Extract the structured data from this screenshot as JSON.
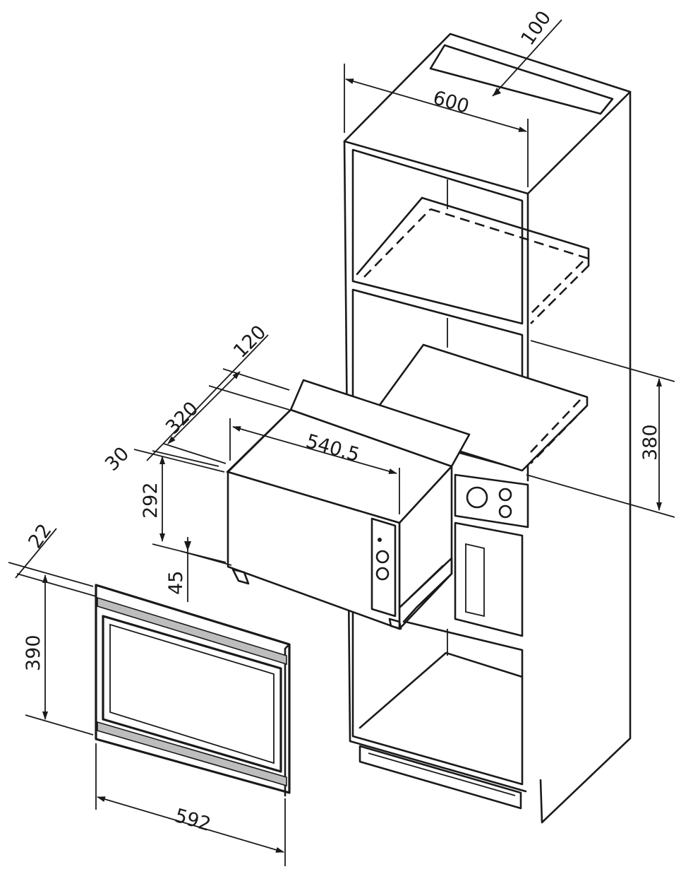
{
  "dimensions": {
    "d100": "100",
    "d600": "600",
    "d380": "380",
    "d120": "120",
    "d320": "320",
    "d30": "30",
    "d540_5": "540.5",
    "d292": "292",
    "d45": "45",
    "d22": "22",
    "d390": "390",
    "d592": "592"
  },
  "colors": {
    "line": "#1a1a1a",
    "trim": "#bdbdbd",
    "background": "#ffffff"
  }
}
